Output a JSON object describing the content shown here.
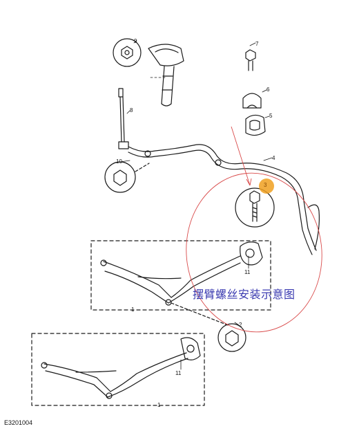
{
  "callouts": {
    "c1a": "1",
    "c1b": "1",
    "c2": "2",
    "c3": "3",
    "c4": "4",
    "c5": "5",
    "c6": "6",
    "c7": "7",
    "c8": "8",
    "c9": "9",
    "c10": "10",
    "c11a": "11",
    "c11b": "11"
  },
  "caption": "摆臂螺丝安装示意图",
  "figure_id": "E3201004",
  "colors": {
    "line": "#1a1a1a",
    "annotation_red": "#d94a4a",
    "highlight_orange": "#f0a020",
    "caption_blue": "#3a3ab0"
  }
}
